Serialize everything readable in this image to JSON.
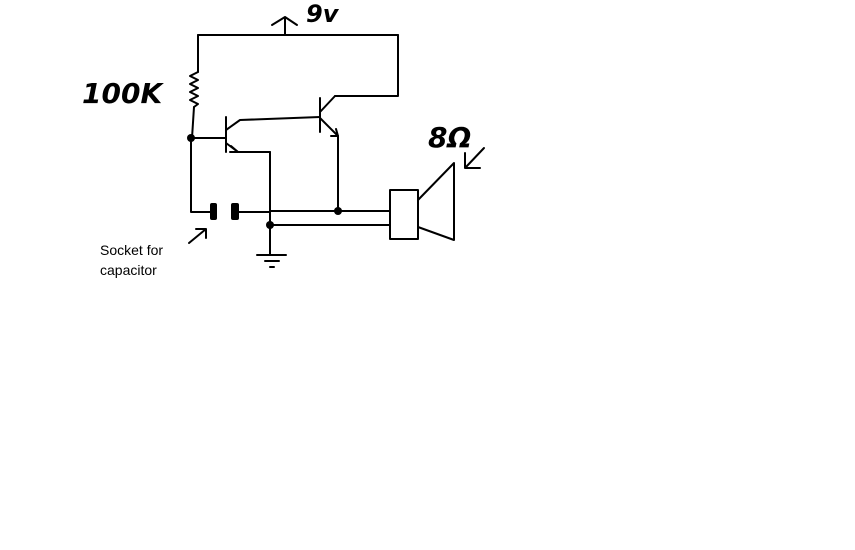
{
  "labels": {
    "supply_voltage": "9v",
    "resistor_value": "100K",
    "speaker_impedance": "8Ω",
    "socket_note_line1": "Socket for",
    "socket_note_line2": "capacitor"
  },
  "colors": {
    "ink": "#000000",
    "background": "#ffffff"
  }
}
